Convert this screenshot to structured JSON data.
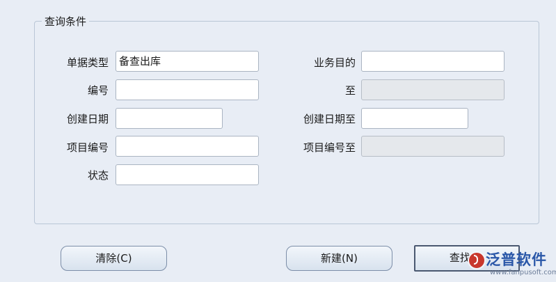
{
  "group": {
    "title": "查询条件"
  },
  "fields": {
    "doc_type": {
      "label": "单据类型",
      "value": "备查出库"
    },
    "biz_purpose": {
      "label": "业务目的",
      "value": ""
    },
    "number": {
      "label": "编号",
      "value": ""
    },
    "number_to": {
      "label": "至",
      "value": ""
    },
    "created_date": {
      "label": "创建日期",
      "value": ""
    },
    "created_date_to": {
      "label": "创建日期至",
      "value": ""
    },
    "project_no": {
      "label": "项目编号",
      "value": ""
    },
    "project_no_to": {
      "label": "项目编号至",
      "value": ""
    },
    "status": {
      "label": "状态",
      "value": ""
    }
  },
  "buttons": {
    "clear": "清除(C)",
    "new": "新建(N)",
    "find": "查找(F)"
  },
  "watermark": {
    "text": "泛普软件",
    "url": "www.fanpusoft.com"
  }
}
